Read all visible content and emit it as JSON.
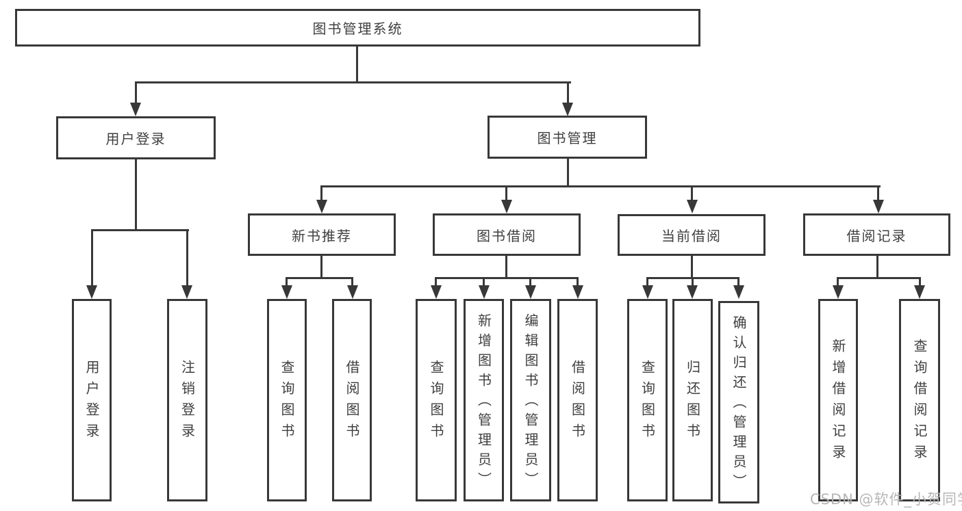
{
  "diagram_title": "图书管理系统",
  "colors": {
    "line": "#383838",
    "text": "#3f3f3f",
    "background": "#ffffff",
    "watermark": "#b3b3b3"
  },
  "nodes": {
    "root": {
      "label": "图书管理系统"
    },
    "user_login": {
      "label": "用户登录"
    },
    "book_management": {
      "label": "图书管理"
    },
    "new_book_recommend": {
      "label": "新书推荐"
    },
    "book_borrowing": {
      "label": "图书借阅"
    },
    "current_borrowing": {
      "label": "当前借阅"
    },
    "borrowing_records": {
      "label": "借阅记录"
    },
    "ul_user_login": {
      "label": "用户登录"
    },
    "ul_logout": {
      "label": "注销登录"
    },
    "nb_query_books": {
      "label": "查询图书"
    },
    "nb_borrow_books": {
      "label": "借阅图书"
    },
    "bb_query_books": {
      "label": "查询图书"
    },
    "bb_add_books": {
      "label": "新增图书（管理员）"
    },
    "bb_edit_books": {
      "label": "编辑图书（管理员）"
    },
    "bb_borrow_books": {
      "label": "借阅图书"
    },
    "cb_query_books": {
      "label": "查询图书"
    },
    "cb_return_books": {
      "label": "归还图书"
    },
    "cb_confirm_return": {
      "label": "确认归还（管理员）"
    },
    "br_add_record": {
      "label": "新增借阅记录"
    },
    "br_query_record": {
      "label": "查询借阅记录"
    }
  },
  "watermark": {
    "text": "CSDN @软件_小贺同学"
  }
}
